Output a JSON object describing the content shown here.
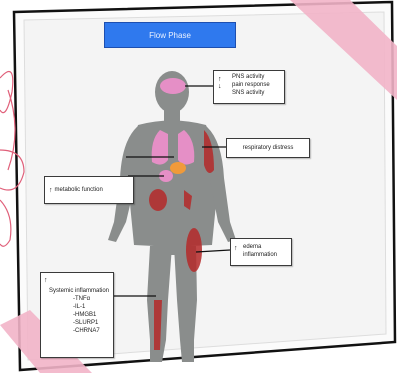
{
  "title": "Flow Phase",
  "brain_box": {
    "lines": [
      "PNS activity",
      "pain response",
      "SNS activity"
    ]
  },
  "respiratory_label": "respiratory distress",
  "metabolic_label": "metabolic function",
  "edema_box": {
    "lines": [
      "edema",
      "inflammation"
    ]
  },
  "systemic_box": {
    "heading": "Systemic inflammation",
    "items": [
      "TNFα",
      "IL-1",
      "HMGB1",
      "SLURP1",
      "CHRNA7"
    ]
  },
  "colors": {
    "body": "#8a8d8c",
    "organs": "#e58fc6",
    "inflammation": "#b52a2a",
    "title_bg": "#2f79ee",
    "frame": "#111111",
    "tape": "#f2b4c8",
    "doodle": "#e0607a"
  },
  "icons": {
    "arrow": "up-down-arrow"
  }
}
